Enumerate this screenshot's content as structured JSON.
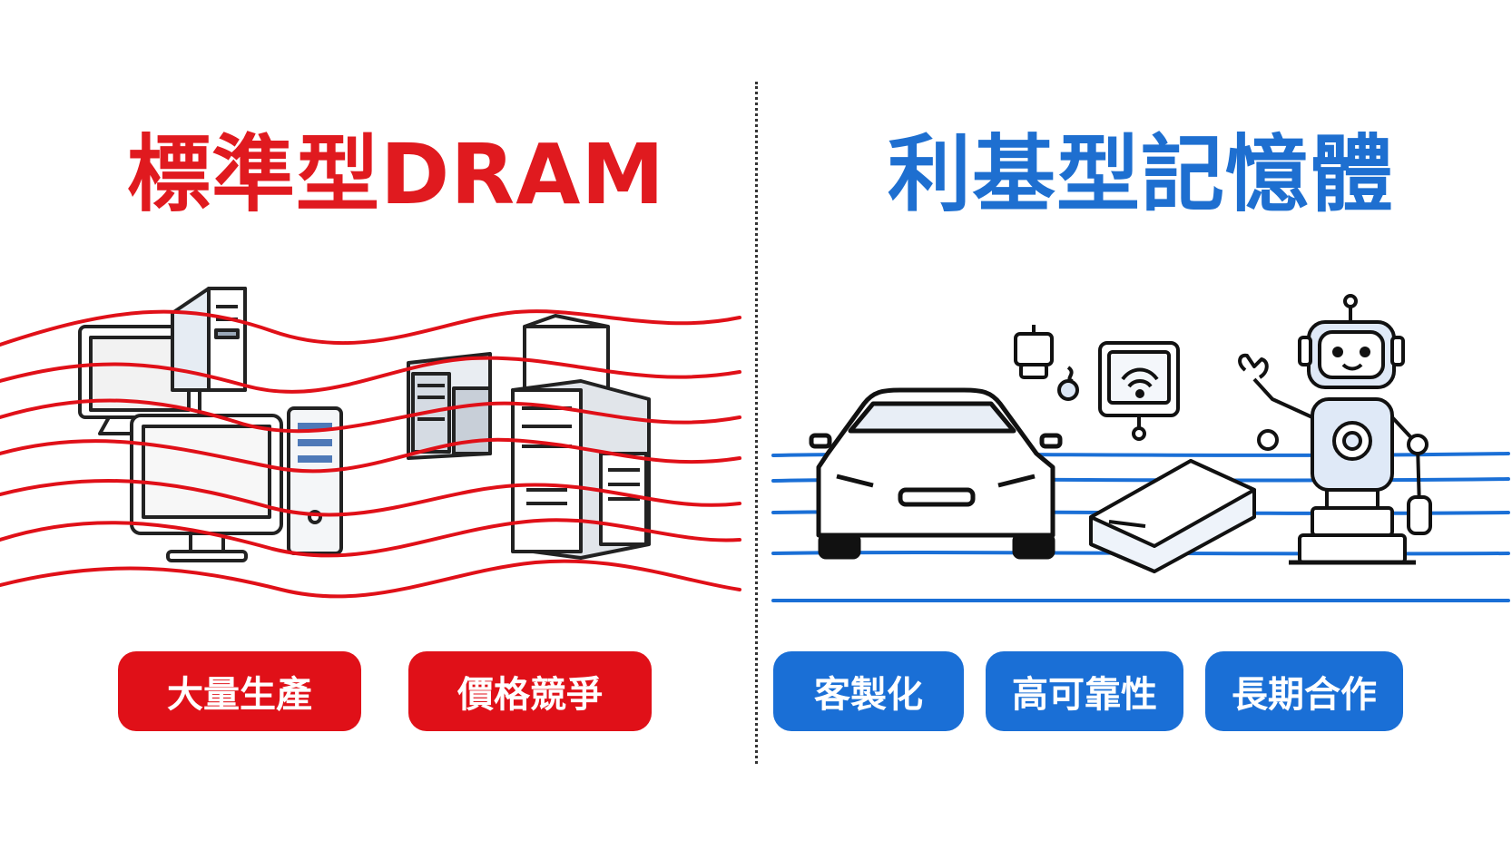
{
  "left": {
    "title": "標準型DRAM",
    "tags": [
      "大量生產",
      "價格競爭"
    ],
    "color": "#e01a1f",
    "icons": [
      "crt-monitor-icon",
      "server-tower-icon",
      "desktop-computer-icon",
      "pc-tower-icon"
    ]
  },
  "right": {
    "title": "利基型記憶體",
    "tags": [
      "客製化",
      "高可靠性",
      "長期合作"
    ],
    "color": "#1e6fd0",
    "icons": [
      "car-icon",
      "iot-device-icon",
      "wifi-module-icon",
      "chip-module-icon",
      "robot-icon"
    ]
  }
}
